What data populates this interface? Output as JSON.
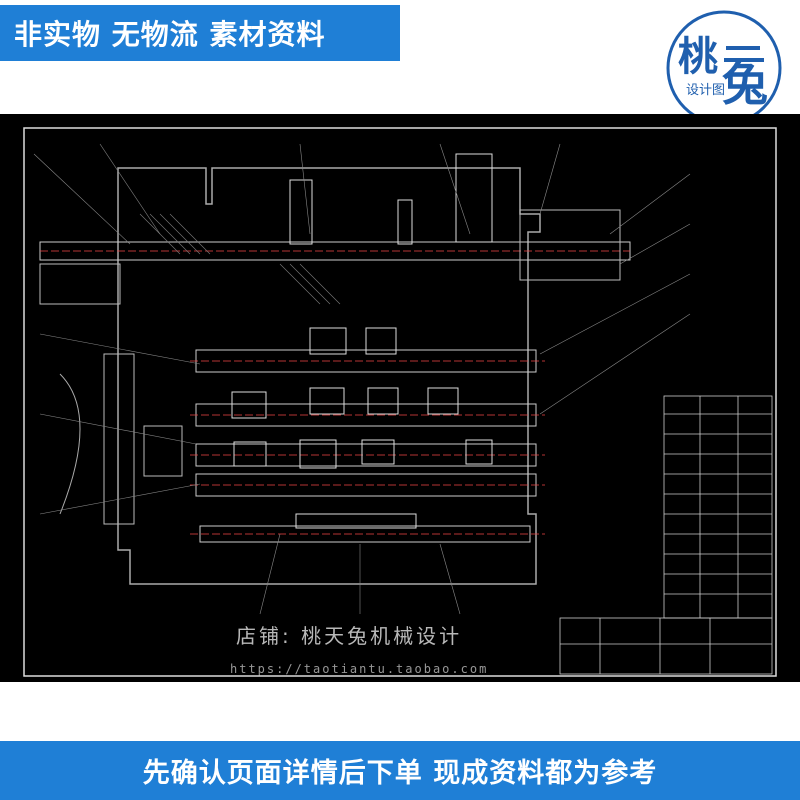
{
  "top_banner": {
    "text": "非实物 无物流 素材资料"
  },
  "logo": {
    "main_text": "桃",
    "accent_text": "兔",
    "sub_text": "设计图",
    "icon": "taotiantu-logo"
  },
  "drawing": {
    "shop_label": "店铺:   桃天兔机械设计",
    "shop_url": "https://taotiantu.taobao.com",
    "background_color": "#000000"
  },
  "bottom_banner": {
    "text": "先确认页面详情后下单 现成资料都为参考"
  },
  "colors": {
    "banner_blue": "#1f7fd6",
    "logo_blue": "#1f5fae"
  }
}
